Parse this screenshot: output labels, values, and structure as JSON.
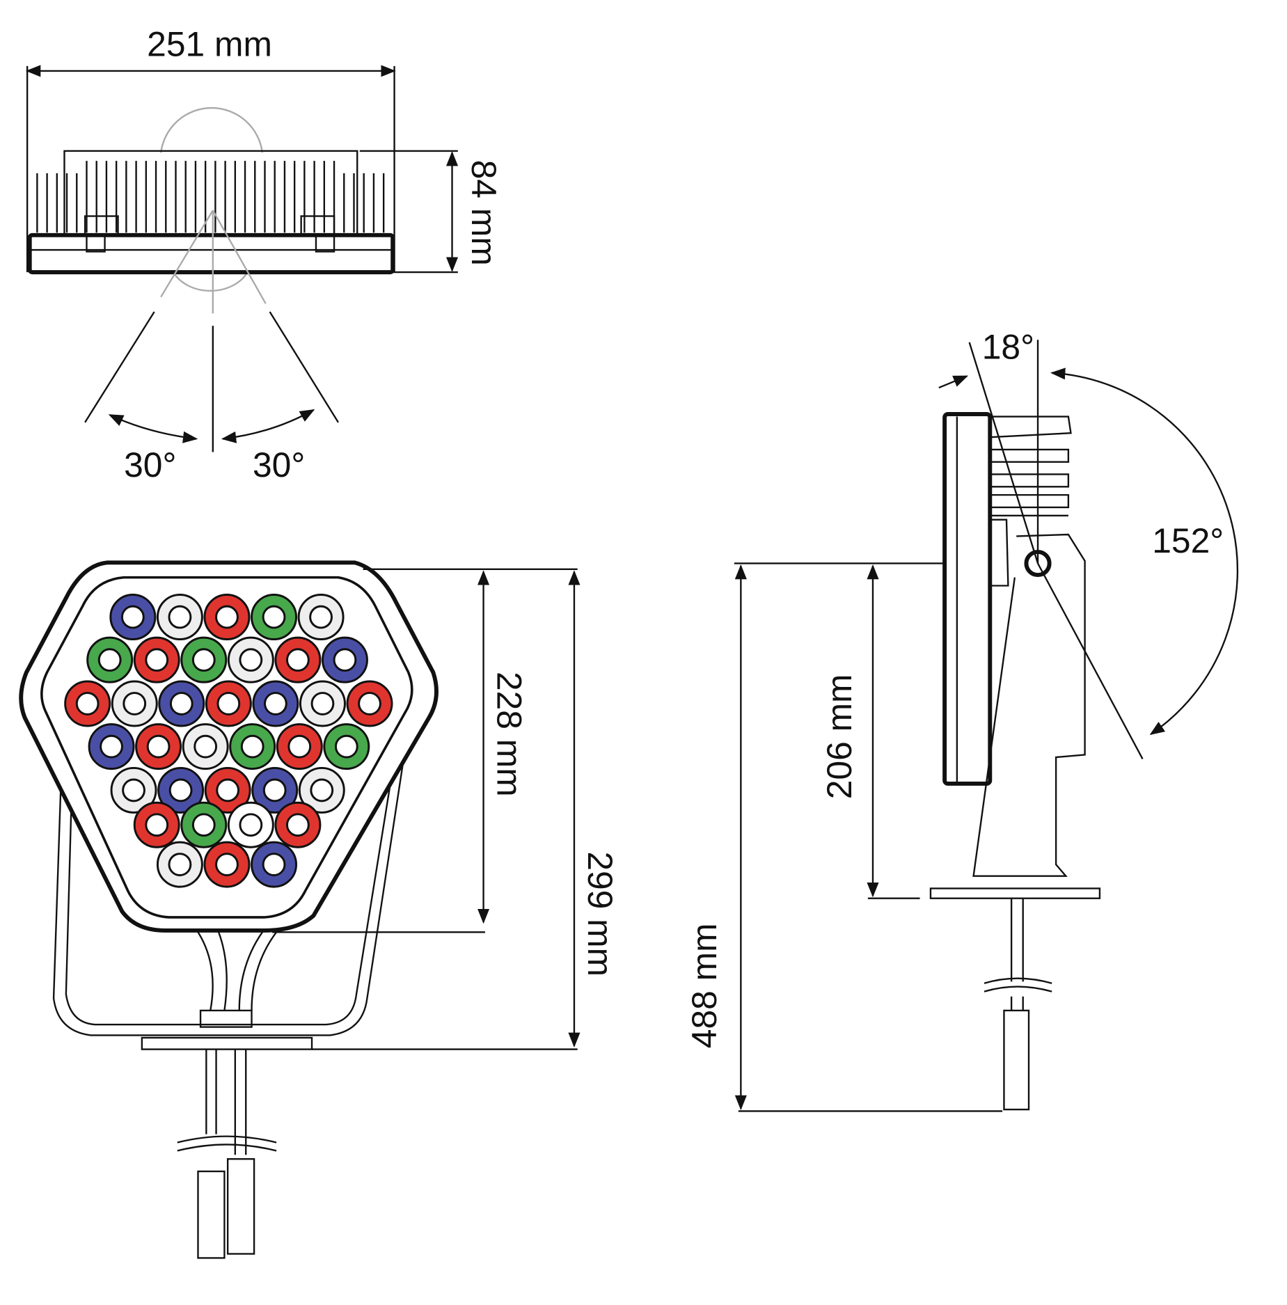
{
  "dimensions": {
    "width_top": "251 mm",
    "height_top": "84 mm",
    "beam_left": "30°",
    "beam_right": "30°",
    "face_height": "228 mm",
    "total_height_front": "299 mm",
    "tilt_small": "18°",
    "tilt_range": "152°",
    "side_height": "206 mm",
    "total_height_side": "488 mm"
  },
  "colors": {
    "B": "#4a4fa6",
    "R": "#e0352f",
    "G": "#48a84c",
    "W": "#eeeeee",
    "P": "#ffffff"
  },
  "led_rows": [
    [
      "B",
      "W",
      "R",
      "G",
      "W"
    ],
    [
      "G",
      "R",
      "G",
      "W",
      "R",
      "B"
    ],
    [
      "R",
      "W",
      "B",
      "R",
      "B",
      "W",
      "R"
    ],
    [
      "B",
      "R",
      "W",
      "G",
      "R",
      "G"
    ],
    [
      "W",
      "B",
      "R",
      "B",
      "W"
    ],
    [
      "R",
      "G",
      "P",
      "R"
    ],
    [
      "W",
      "R",
      "B"
    ]
  ]
}
